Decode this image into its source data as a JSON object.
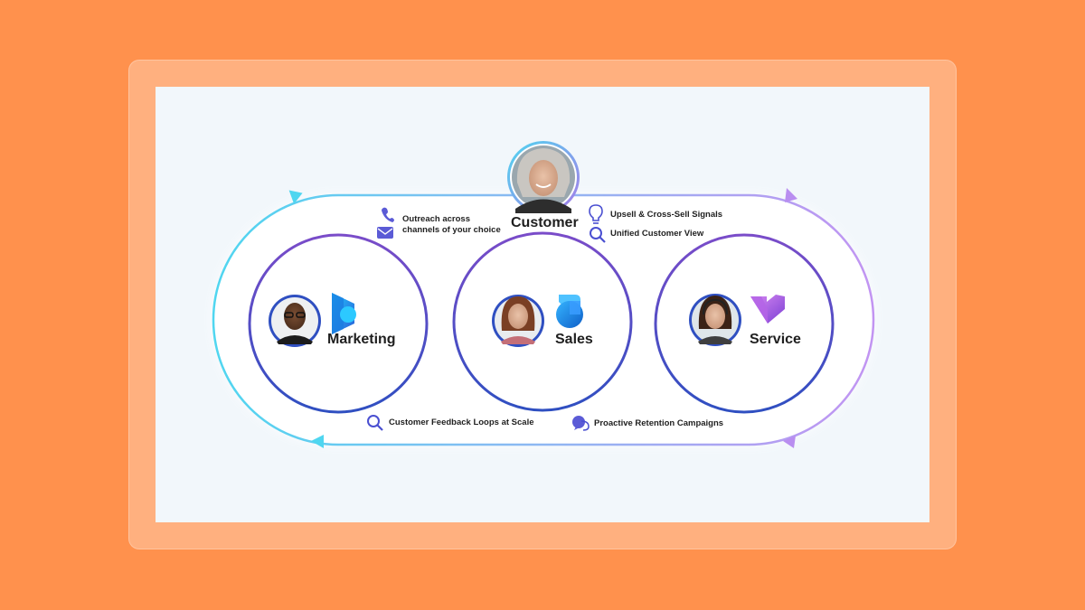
{
  "customer": {
    "label": "Customer"
  },
  "nodes": [
    {
      "id": "marketing",
      "label": "Marketing"
    },
    {
      "id": "sales",
      "label": "Sales"
    },
    {
      "id": "service",
      "label": "Service"
    }
  ],
  "notes": {
    "outreach_line1": "Outreach across",
    "outreach_line2": "channels of your choice",
    "upsell": "Upsell & Cross-Sell Signals",
    "unified": "Unified Customer View",
    "feedback": "Customer Feedback Loops at Scale",
    "retention": "Proactive Retention Campaigns"
  },
  "colors": {
    "background": "#ff914d",
    "frame": "#ffb07f",
    "canvas": "#f2f7fb",
    "loop_cyan": "#4fd6f0",
    "loop_purple": "#c294f2",
    "ring_purple": "#7a4cc9",
    "ring_blue": "#2f4fc1"
  },
  "icons": {
    "customer": "customer-avatar",
    "marketing_person": "marketing-avatar",
    "marketing_app": "marketing-app-icon",
    "sales_person": "sales-avatar",
    "sales_app": "sales-app-icon",
    "service_person": "service-avatar",
    "service_app": "service-app-icon",
    "phone": "phone-icon",
    "mail": "mail-icon",
    "bulb": "lightbulb-icon",
    "search": "search-icon",
    "chat": "chat-icon"
  }
}
